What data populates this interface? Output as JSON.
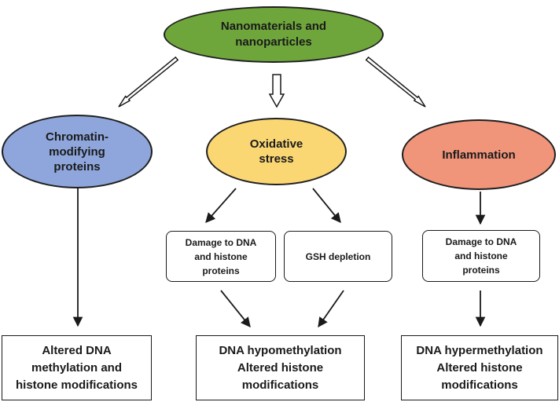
{
  "nodes": {
    "top": "Nanomaterials and\nnanoparticles",
    "chromatin": "Chromatin-\nmodifying\nproteins",
    "oxidative": "Oxidative\nstress",
    "inflammation": "Inflammation",
    "damage_left": "Damage to DNA\nand histone\nproteins",
    "gsh": "GSH depletion",
    "damage_right": "Damage to DNA\nand histone\nproteins",
    "out_left": "Altered DNA\nmethylation and\nhistone modifications",
    "out_mid": "DNA hypomethylation\nAltered histone\nmodifications",
    "out_right": "DNA hypermethylation\nAltered histone\nmodifications"
  },
  "colors": {
    "top_fill": "#6fa63c",
    "chromatin_fill": "#8ea6dc",
    "oxidative_fill": "#fbd774",
    "inflammation_fill": "#f0947a"
  }
}
